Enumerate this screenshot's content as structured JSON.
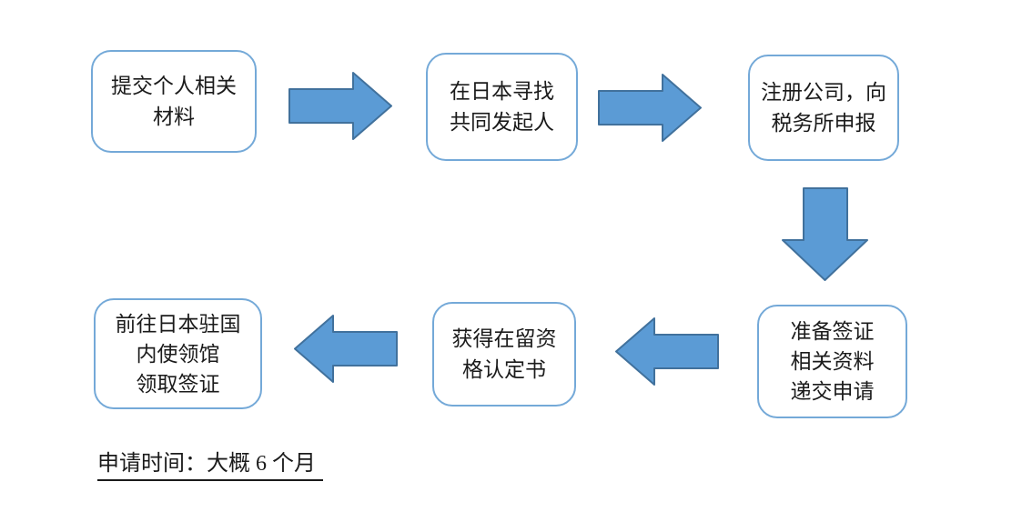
{
  "colors": {
    "background": "#ffffff",
    "arrow_fill": "#5B9BD5",
    "arrow_stroke": "#41719C",
    "box_border": "#74A9D8",
    "text": "#1b1b1b"
  },
  "flowchart": {
    "nodes": [
      {
        "lines": [
          "提交个人相关",
          "材料"
        ]
      },
      {
        "lines": [
          "在日本寻找",
          "共同发起人"
        ]
      },
      {
        "lines": [
          "注册公司，向",
          "税务所申报"
        ]
      },
      {
        "lines": [
          "准备签证",
          "相关资料",
          "递交申请"
        ]
      },
      {
        "lines": [
          "获得在留资",
          "格认定书"
        ]
      },
      {
        "lines": [
          "前往日本驻国",
          "内使领馆",
          "领取签证"
        ]
      }
    ],
    "note": "申请时间：大概 6 个月"
  }
}
